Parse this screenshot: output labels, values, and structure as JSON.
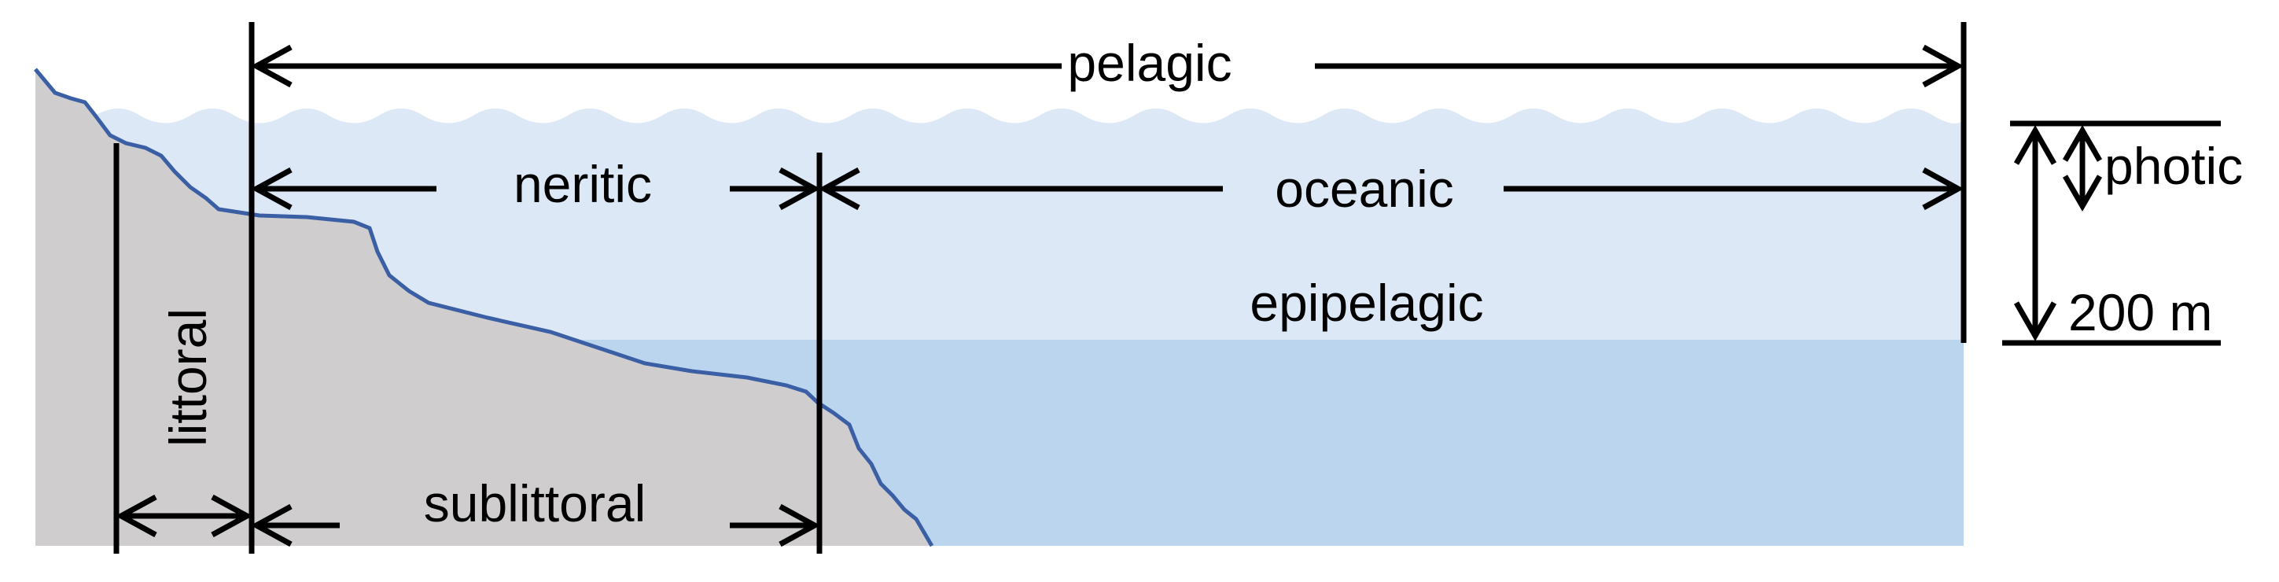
{
  "labels": {
    "pelagic": "pelagic",
    "neritic": "neritic",
    "oceanic": "oceanic",
    "epipelagic": "epipelagic",
    "littoral": "littoral",
    "sublittoral": "sublittoral",
    "photic": "photic",
    "depth": "200 m"
  },
  "colors": {
    "upper_water": "#dce8f5",
    "lower_water": "#bcd5ee",
    "seabed": "#cfcdce",
    "coastline": "#3a5fa5",
    "lines": "#000000"
  }
}
